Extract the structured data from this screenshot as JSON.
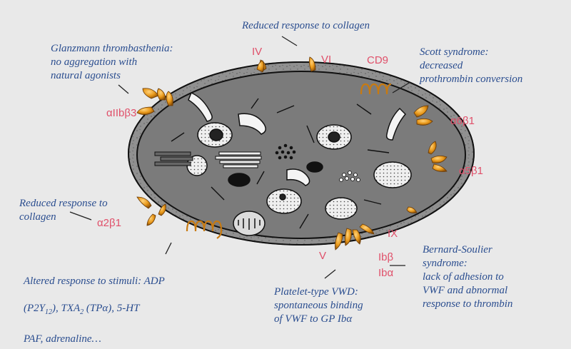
{
  "annotations": {
    "collagen_top": "Reduced response to collagen",
    "glanzmann": "Glanzmann thrombasthenia:\nno aggregation with\nnatural agonists",
    "scott": "Scott syndrome:\ndecreased\nprothrombin conversion",
    "collagen_left": "Reduced response to\ncollagen",
    "bernard_soulier": "Bernard-Soulier\nsyndrome:\nlack of adhesion to\nVWF and abnormal\nresponse to thrombin",
    "platelet_vwd": "Platelet-type VWD:\nspontaneous binding\nof VWF to GP Ibα",
    "altered_response": {
      "line1": "Altered response to stimuli: ADP",
      "line2_a": "(P2Y",
      "line2_sub1": "12",
      "line2_b": "), TXA",
      "line2_sub2": "2",
      "line2_c": " (TPα), 5-HT",
      "line3": "PAF, adrenaline…"
    }
  },
  "receptors": {
    "iv": "IV",
    "vi": "VI",
    "cd9": "CD9",
    "aiib3": "αIIbβ3",
    "a6b1": "α6β1",
    "a5b1": "α5β1",
    "a2b1": "α2β1",
    "ix": "IX",
    "v": "V",
    "ibb": "Ibβ",
    "iba": "Ibα"
  },
  "colors": {
    "background": "#e9e9e9",
    "annotation_text": "#2a4d8f",
    "receptor_text": "#e0506a",
    "receptor_fill": "#e8981a",
    "cell_outer": "#9a9a9a",
    "cell_inner": "#7b7b7b"
  }
}
